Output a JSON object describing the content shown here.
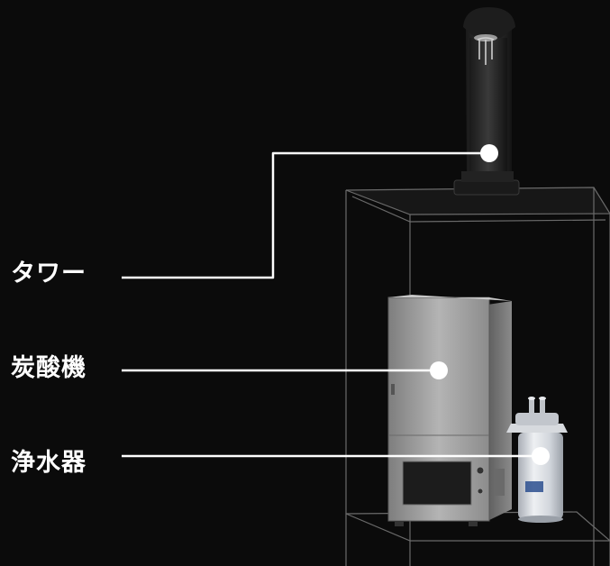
{
  "labels": {
    "tower": "タワー",
    "carbonator": "炭酸機",
    "filter": "浄水器"
  },
  "colors": {
    "background": "#0b0b0b",
    "line": "#ffffff",
    "cabinet_edge": "#8a8a8a"
  }
}
